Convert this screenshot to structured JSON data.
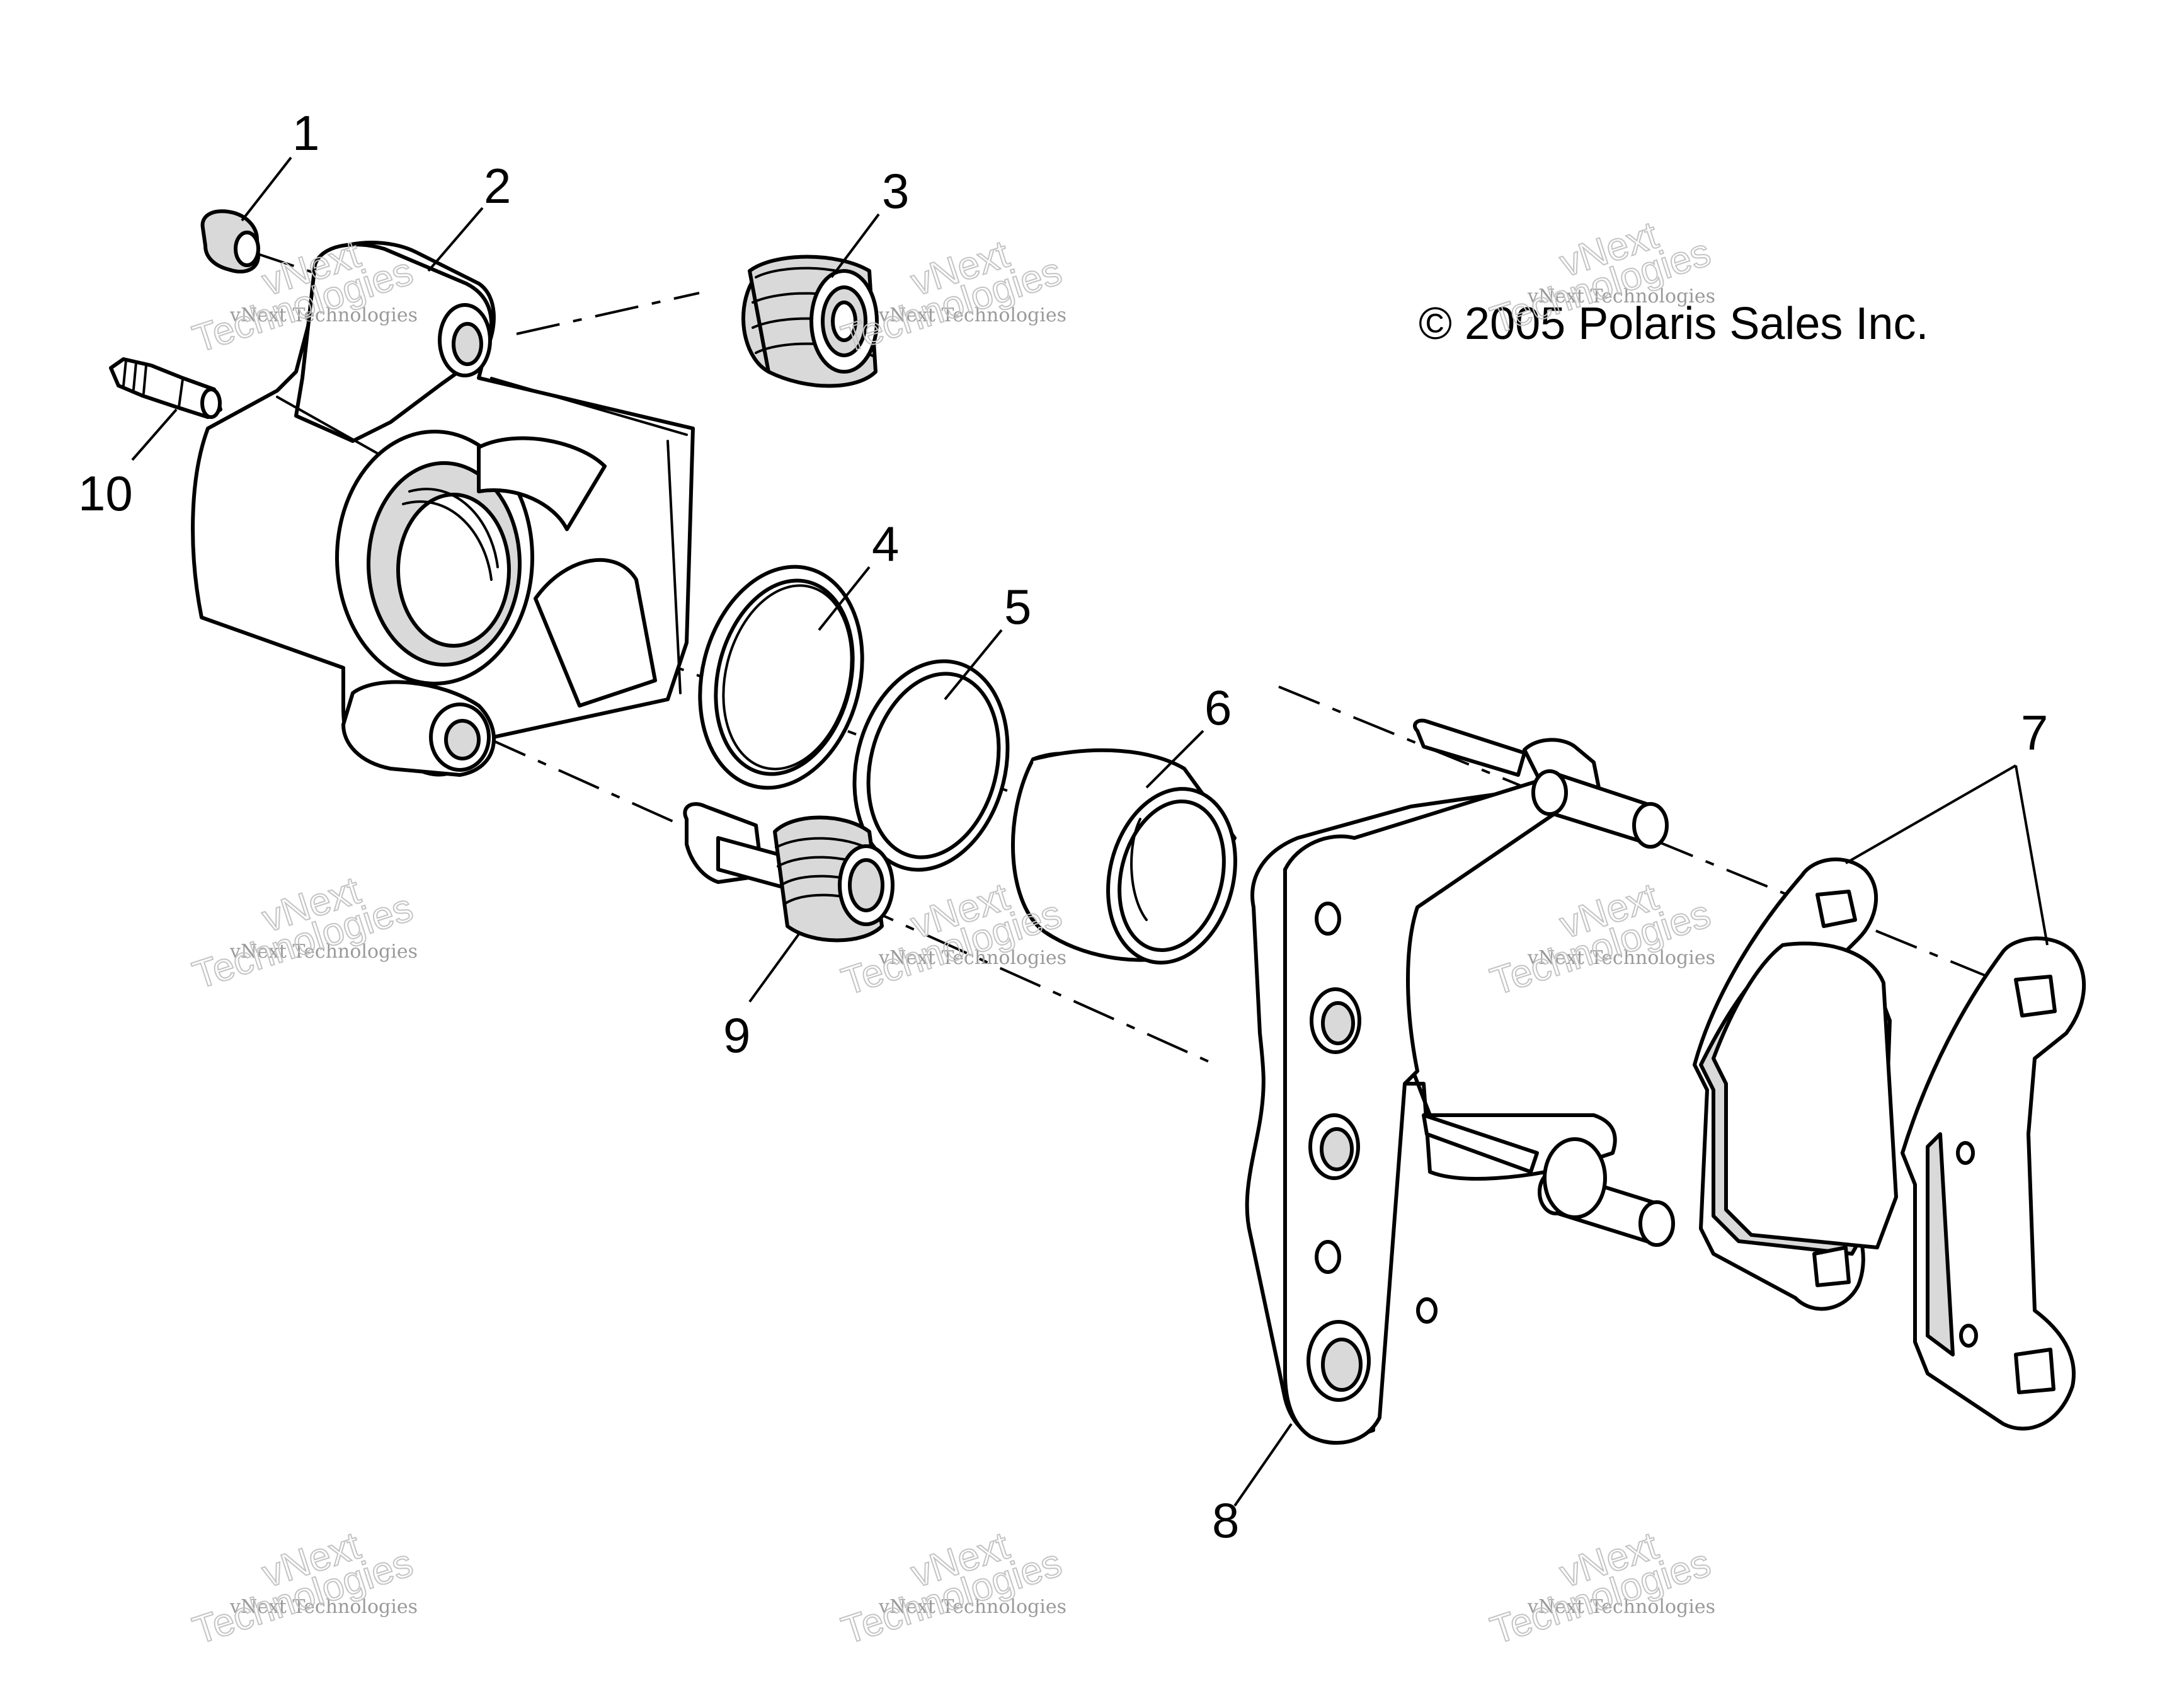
{
  "copyright": "© 2005 Polaris Sales Inc.",
  "callouts": [
    {
      "id": "1",
      "label": "1"
    },
    {
      "id": "2",
      "label": "2"
    },
    {
      "id": "3",
      "label": "3"
    },
    {
      "id": "4",
      "label": "4"
    },
    {
      "id": "5",
      "label": "5"
    },
    {
      "id": "6",
      "label": "6"
    },
    {
      "id": "7",
      "label": "7"
    },
    {
      "id": "8",
      "label": "8"
    },
    {
      "id": "9",
      "label": "9"
    },
    {
      "id": "10",
      "label": "10"
    }
  ],
  "watermark": {
    "line_small": "vNext Technologies",
    "line_big_1": "vNext",
    "line_big_2": "Technologies"
  }
}
